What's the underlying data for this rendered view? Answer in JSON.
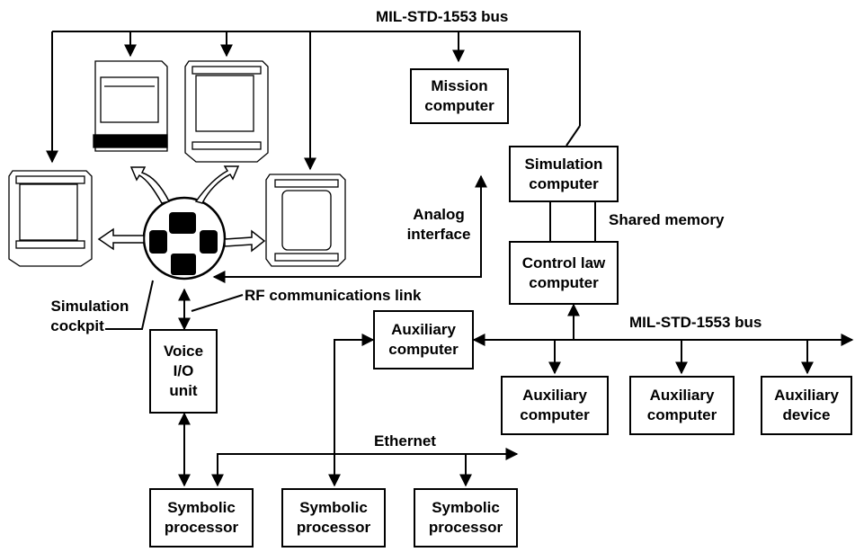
{
  "labels": {
    "bus_top": "MIL-STD-1553 bus",
    "bus_right": "MIL-STD-1553 bus",
    "shared_memory": "Shared memory",
    "analog_1": "Analog",
    "analog_2": "interface",
    "rf_link": "RF communications link",
    "cockpit_1": "Simulation",
    "cockpit_2": "cockpit",
    "ethernet": "Ethernet"
  },
  "boxes": {
    "mission": [
      "Mission",
      "computer"
    ],
    "simulation": [
      "Simulation",
      "computer"
    ],
    "control_law": [
      "Control law",
      "computer"
    ],
    "aux_main": [
      "Auxiliary",
      "computer"
    ],
    "voice": [
      "Voice",
      "I/O",
      "unit"
    ],
    "aux_comp_1": [
      "Auxiliary",
      "computer"
    ],
    "aux_comp_2": [
      "Auxiliary",
      "computer"
    ],
    "aux_device": [
      "Auxiliary",
      "device"
    ],
    "sym_1": [
      "Symbolic",
      "processor"
    ],
    "sym_2": [
      "Symbolic",
      "processor"
    ],
    "sym_3": [
      "Symbolic",
      "processor"
    ]
  }
}
